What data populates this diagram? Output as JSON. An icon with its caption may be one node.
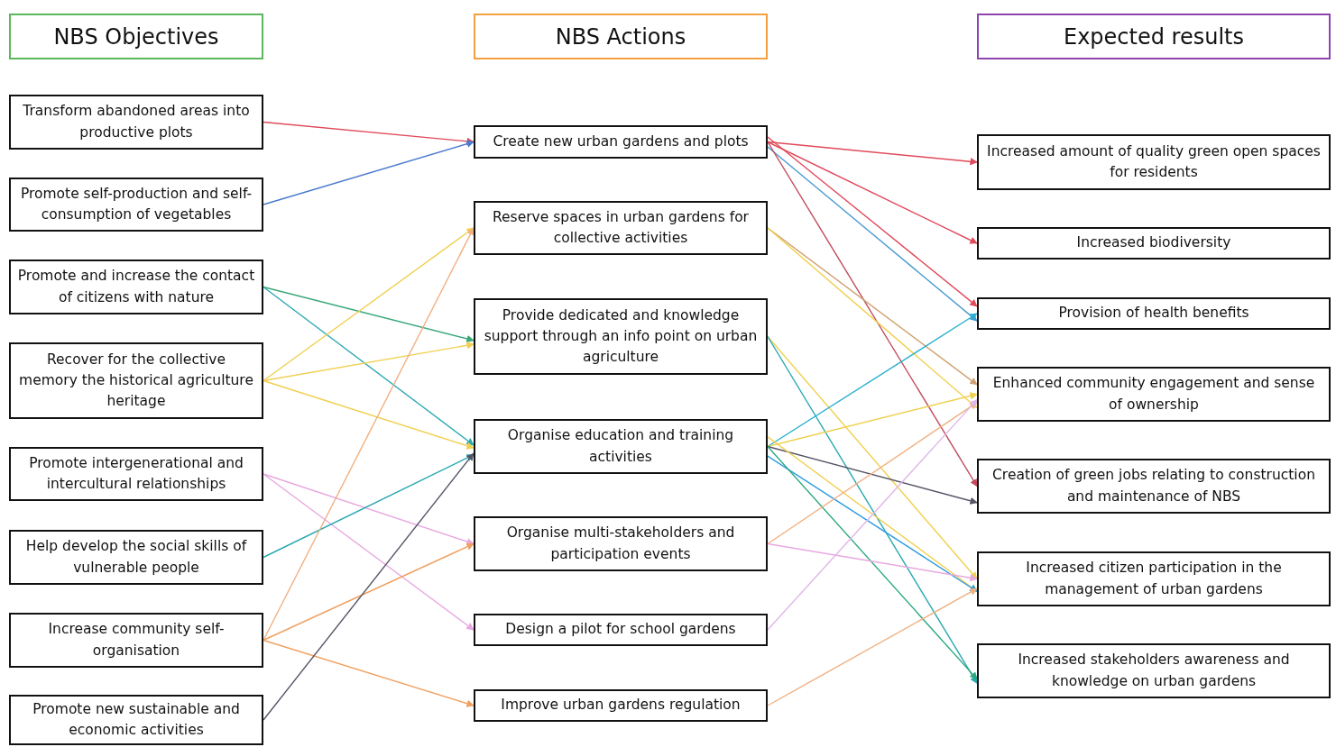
{
  "diagram": {
    "nodes": [
      {
        "text": [
          "NBS Objectives"
        ]
      },
      {
        "text": [
          "NBS Actions"
        ]
      },
      {
        "text": [
          "Expected results"
        ]
      },
      {
        "text": [
          "Transform abandoned areas into productive plots"
        ]
      },
      {
        "text": [
          "Promote self-production and self-consumption of vegetables"
        ]
      },
      {
        "text": [
          "Promote and increase the contact of citizens with nature"
        ]
      },
      {
        "text": [
          "Recover for the collective memory the historical agriculture heritage"
        ]
      },
      {
        "text": [
          "Promote intergenerational and intercultural relationships"
        ]
      },
      {
        "text": [
          "Help develop the social skills of vulnerable people"
        ]
      },
      {
        "text": [
          "Increase community self-organisation"
        ]
      },
      {
        "text": [
          "Promote new sustainable and economic activities"
        ]
      },
      {
        "text": [
          "Create new urban gardens and plots"
        ]
      },
      {
        "text": [
          "Reserve spaces in urban gardens for collective activities"
        ]
      },
      {
        "text": [
          "Provide dedicated and knowledge support through an info point on urban agriculture"
        ]
      },
      {
        "text": [
          "Organise education and training activities"
        ]
      },
      {
        "text": [
          "Organise multi-stakeholders and participation events"
        ]
      },
      {
        "text": [
          "Design a pilot for school gardens"
        ]
      },
      {
        "text": [
          "Improve urban gardens regulation"
        ]
      },
      {
        "text": [
          "Increased amount of quality green open spaces for residents"
        ]
      },
      {
        "text": [
          "Increased biodiversity"
        ]
      },
      {
        "text": [
          "Provision of health benefits"
        ]
      },
      {
        "text": [
          "Enhanced community engagement and sense of ownership"
        ]
      },
      {
        "text": [
          "Creation of green jobs relating to construction and maintenance of NBS"
        ]
      },
      {
        "text": [
          "Increased citizen participation in the management of urban gardens"
        ]
      },
      {
        "text": [
          "Increased stakeholders awareness and knowledge on urban gardens"
        ]
      }
    ],
    "edges": [
      {
        "from": 3,
        "to": 11,
        "arrow": "to",
        "color": "#e04a5a"
      },
      {
        "from": 4,
        "to": 11,
        "arrow": "to",
        "color": "#4a7bd0"
      },
      {
        "from": 5,
        "to": 13,
        "arrow": "to",
        "color": "#3aa87a"
      },
      {
        "from": 5,
        "to": 14,
        "arrow": "to",
        "color": "#2aa8b0"
      },
      {
        "from": 6,
        "to": 12,
        "arrow": "to",
        "color": "#f0d050"
      },
      {
        "from": 6,
        "to": 13,
        "arrow": "to",
        "color": "#f0d050"
      },
      {
        "from": 6,
        "to": 14,
        "arrow": "to",
        "color": "#f0d050"
      },
      {
        "from": 7,
        "to": 15,
        "arrow": "to",
        "color": "#e8a8e0"
      },
      {
        "from": 7,
        "to": 16,
        "arrow": "to",
        "color": "#e8a8e0"
      },
      {
        "from": 8,
        "to": 14,
        "arrow": "to",
        "color": "#2aa8b0"
      },
      {
        "from": 9,
        "to": 12,
        "arrow": "to",
        "color": "#f0b080"
      },
      {
        "from": 9,
        "to": 15,
        "arrow": "to",
        "color": "#f0a060"
      },
      {
        "from": 9,
        "to": 17,
        "arrow": "to",
        "color": "#f0a060"
      },
      {
        "from": 10,
        "to": 14,
        "arrow": "to",
        "color": "#555566"
      },
      {
        "from": 11,
        "to": 18,
        "arrow": "to",
        "color": "#e04a5a"
      },
      {
        "from": 11,
        "to": 19,
        "arrow": "to",
        "color": "#e04a5a"
      },
      {
        "from": 11,
        "to": 20,
        "arrow": "to",
        "color": "#e04a5a"
      },
      {
        "from": 11,
        "to": 20,
        "arrow": "to",
        "color": "#4a9bd0"
      },
      {
        "from": 11,
        "to": 22,
        "arrow": "to",
        "color": "#c04a5a"
      },
      {
        "from": 12,
        "to": 21,
        "arrow": "to",
        "color": "#d0a070"
      },
      {
        "from": 12,
        "to": 21,
        "arrow": "to",
        "color": "#f0d050"
      },
      {
        "from": 13,
        "to": 23,
        "arrow": "to",
        "color": "#f0d050"
      },
      {
        "from": 13,
        "to": 24,
        "arrow": "to",
        "color": "#2aa8b0"
      },
      {
        "from": 14,
        "to": 20,
        "arrow": "to",
        "color": "#2ab0d0"
      },
      {
        "from": 14,
        "to": 21,
        "arrow": "to",
        "color": "#f0d050"
      },
      {
        "from": 14,
        "to": 22,
        "arrow": "to",
        "color": "#555566"
      },
      {
        "from": 14,
        "to": 23,
        "arrow": "to",
        "color": "#f0d050"
      },
      {
        "from": 14,
        "to": 23,
        "arrow": "to",
        "color": "#2a9be0"
      },
      {
        "from": 14,
        "to": 24,
        "arrow": "to",
        "color": "#2aa880"
      },
      {
        "from": 15,
        "to": 21,
        "arrow": "to",
        "color": "#f0b080"
      },
      {
        "from": 15,
        "to": 23,
        "arrow": "to",
        "color": "#e8a8e0"
      },
      {
        "from": 16,
        "to": 21,
        "arrow": "to",
        "color": "#e0b8e8"
      },
      {
        "from": 17,
        "to": 23,
        "arrow": "to",
        "color": "#f0b080"
      }
    ]
  }
}
